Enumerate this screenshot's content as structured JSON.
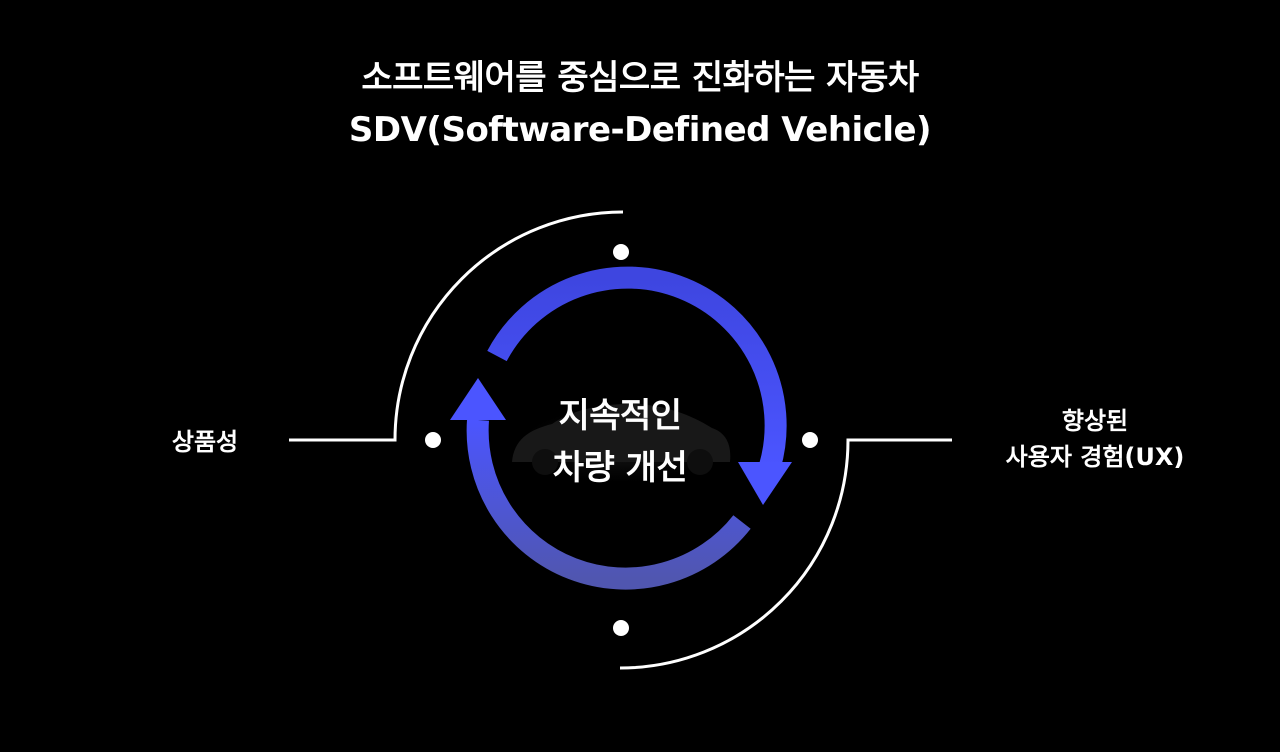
{
  "title": {
    "line1": "소프트웨어를 중심으로 진화하는 자동차",
    "line2": "SDV(Software-Defined Vehicle)"
  },
  "center": {
    "line1": "지속적인",
    "line2": "차량 개선"
  },
  "left_node": {
    "label": "상품성"
  },
  "right_node": {
    "line1": "향상된",
    "line2": "사용자 경험(UX)"
  },
  "colors": {
    "background": "#000000",
    "accent": "#4B52F5",
    "line": "#FFFFFF",
    "text": "#FFFFFF"
  }
}
